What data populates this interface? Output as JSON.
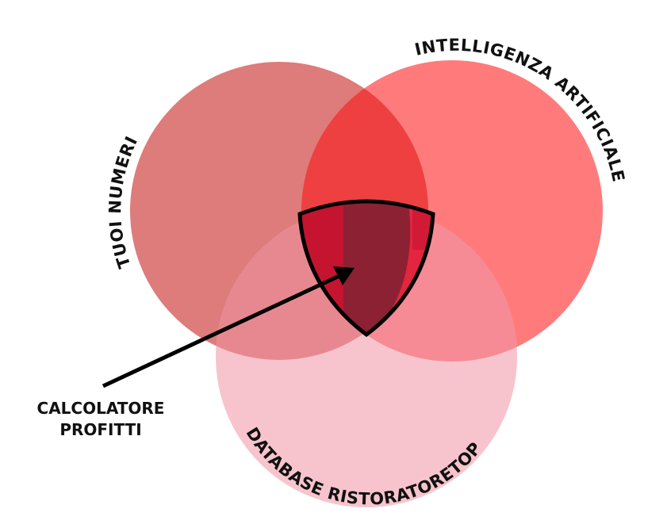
{
  "sets": [
    {
      "label": "TUOI NUMERI",
      "color": "#DD7C7A"
    },
    {
      "label": "INTELLIGENZA ARTIFICIALE",
      "color": "#FF7B7B"
    },
    {
      "label": "DATABASE RISTORATORETOP",
      "color": "#F7C4CD"
    }
  ],
  "overlaps": {
    "left_right": "#EE4040",
    "left_bottom": "#E78890",
    "right_bottom": "#F68A95",
    "center": "#8B2132",
    "center_accent": "#C4142F"
  },
  "callout": {
    "line1": "CALCOLATORE",
    "line2": "PROFITTI"
  }
}
